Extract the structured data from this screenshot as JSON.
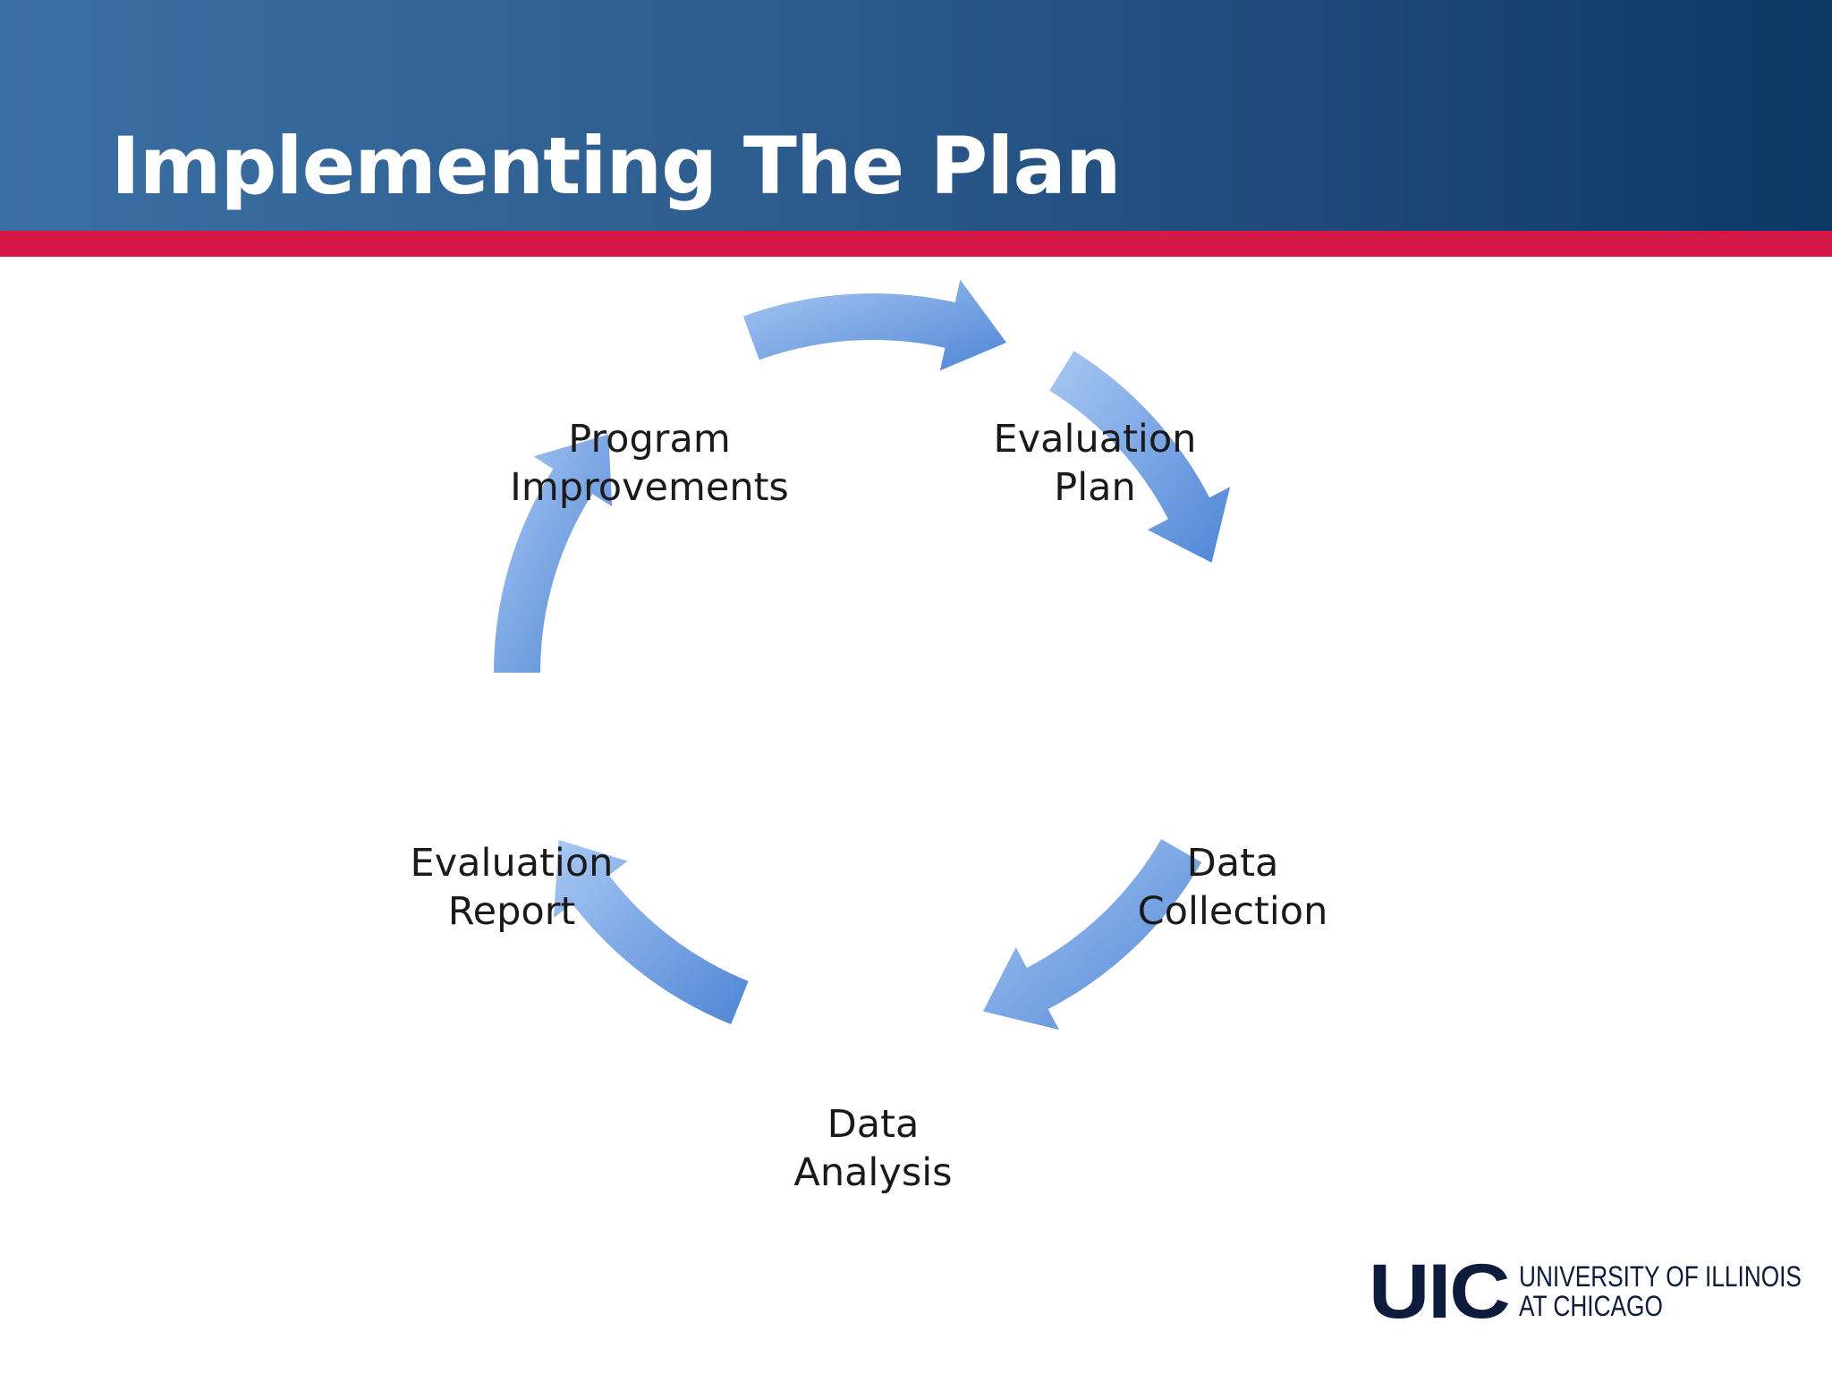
{
  "slide": {
    "title": "Implementing The Plan"
  },
  "cycle": {
    "nodes": [
      {
        "id": "evaluation-plan",
        "lines": [
          "Evaluation",
          "Plan"
        ]
      },
      {
        "id": "data-collection",
        "lines": [
          "Data",
          "Collection"
        ]
      },
      {
        "id": "data-analysis",
        "lines": [
          "Data",
          "Analysis"
        ]
      },
      {
        "id": "evaluation-report",
        "lines": [
          "Evaluation",
          "Report"
        ]
      },
      {
        "id": "program-improvements",
        "lines": [
          "Program",
          "Improvements"
        ]
      }
    ],
    "arrow_color": "#7aa6e3",
    "arrow_color_dark": "#4f86d6"
  },
  "colors": {
    "header_blue": "#2e5d8f",
    "accent_red": "#d51847",
    "logo_navy": "#0d1b3d"
  },
  "logo": {
    "mark": "UIC",
    "line1": "UNIVERSITY OF ILLINOIS",
    "line2": "AT CHICAGO"
  }
}
